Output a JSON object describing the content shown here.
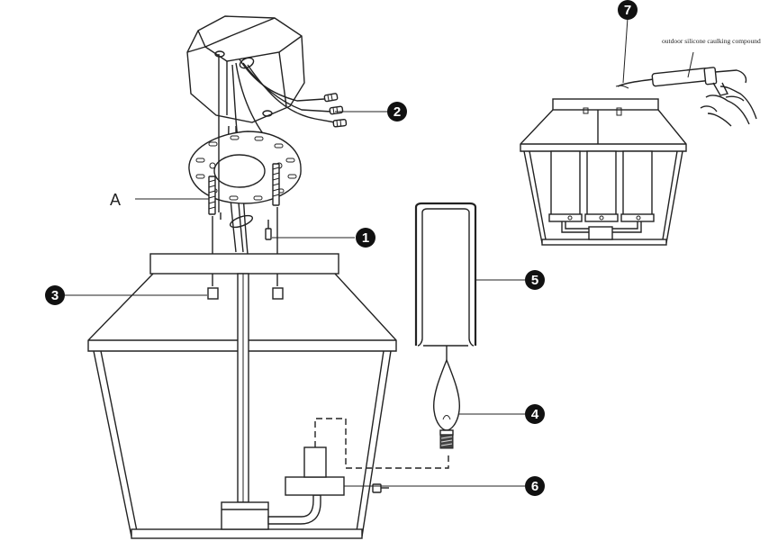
{
  "callouts": {
    "c1": "1",
    "c2": "2",
    "c3": "3",
    "c4": "4",
    "c5": "5",
    "c6": "6",
    "c7": "7"
  },
  "labels": {
    "a": "A",
    "caulk_note": "outdoor silicone caulking compound"
  },
  "colors": {
    "line": "#222222",
    "callout_fill": "#111111",
    "callout_text": "#ffffff",
    "background": "#ffffff"
  }
}
